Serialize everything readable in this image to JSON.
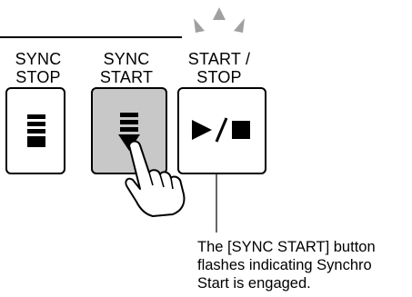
{
  "buttons": {
    "sync_stop": {
      "label_line1": "SYNC",
      "label_line2": "STOP"
    },
    "sync_start": {
      "label_line1": "SYNC",
      "label_line2": "START",
      "state": "flashing"
    },
    "start_stop": {
      "label_line1": "START /",
      "label_line2": "STOP",
      "symbol": "►/■"
    }
  },
  "callout": {
    "line1": "The [SYNC START] button",
    "line2": "flashes indicating Synchro",
    "line3": "Start is engaged."
  },
  "colors": {
    "sync_start_fill": "#c8c8c8",
    "flash_rays": "#a0a0a0"
  }
}
